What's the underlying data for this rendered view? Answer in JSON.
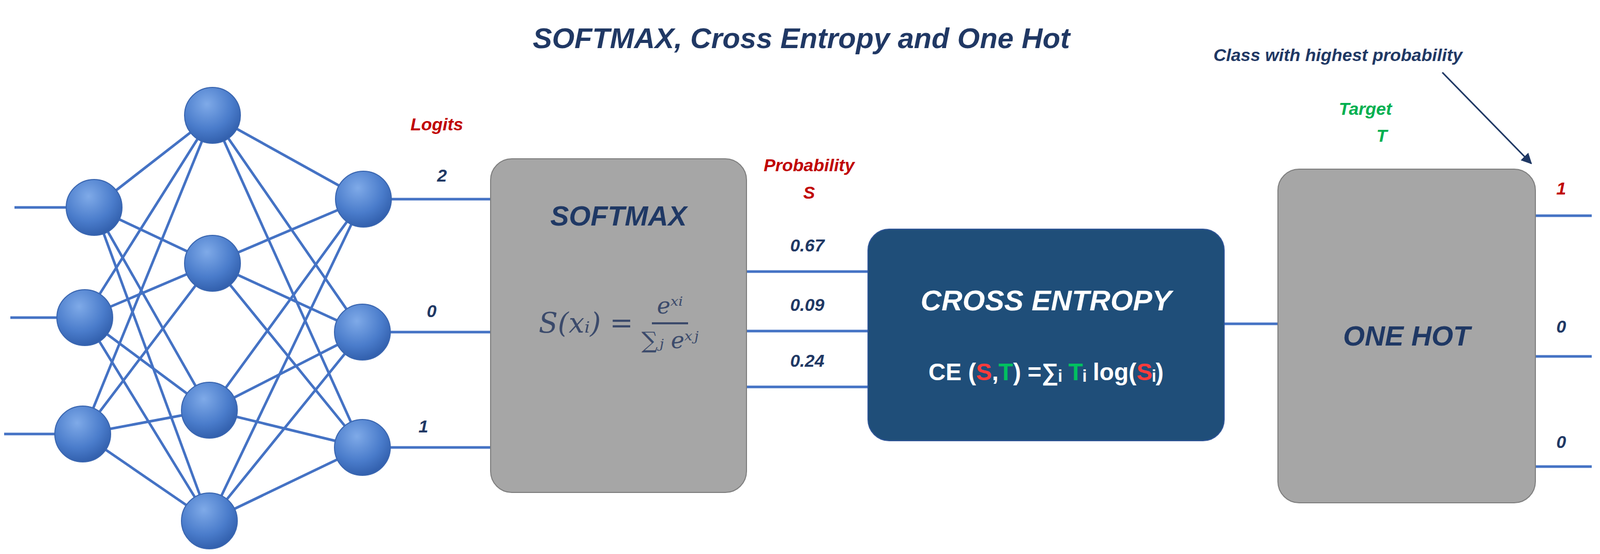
{
  "diagram": {
    "title": "SOFTMAX, Cross Entropy and One Hot",
    "nodes": [
      {
        "text": [
          "SOFTMAX",
          "S(xᵢ) =",
          "eˣⁱ",
          "∑ⱼ eˣʲ"
        ]
      },
      {
        "text": [
          "CROSS ENTROPY",
          "CE (S,T) =∑ᵢ Tᵢ log(Sᵢ)"
        ]
      },
      {
        "text": [
          "ONE HOT"
        ]
      }
    ],
    "edges": [
      {
        "from": 0,
        "to": 1,
        "label": "0.67",
        "arrow": "none"
      },
      {
        "from": 0,
        "to": 1,
        "label": "0.09",
        "arrow": "none"
      },
      {
        "from": 0,
        "to": 1,
        "label": "0.24",
        "arrow": "none"
      },
      {
        "from": 1,
        "to": 2,
        "arrow": "none"
      }
    ],
    "labels": [
      "Logits",
      "2",
      "0",
      "1",
      "Probability",
      "S",
      "Target",
      "T",
      "Class with highest probability",
      "1",
      "0",
      "0"
    ]
  }
}
